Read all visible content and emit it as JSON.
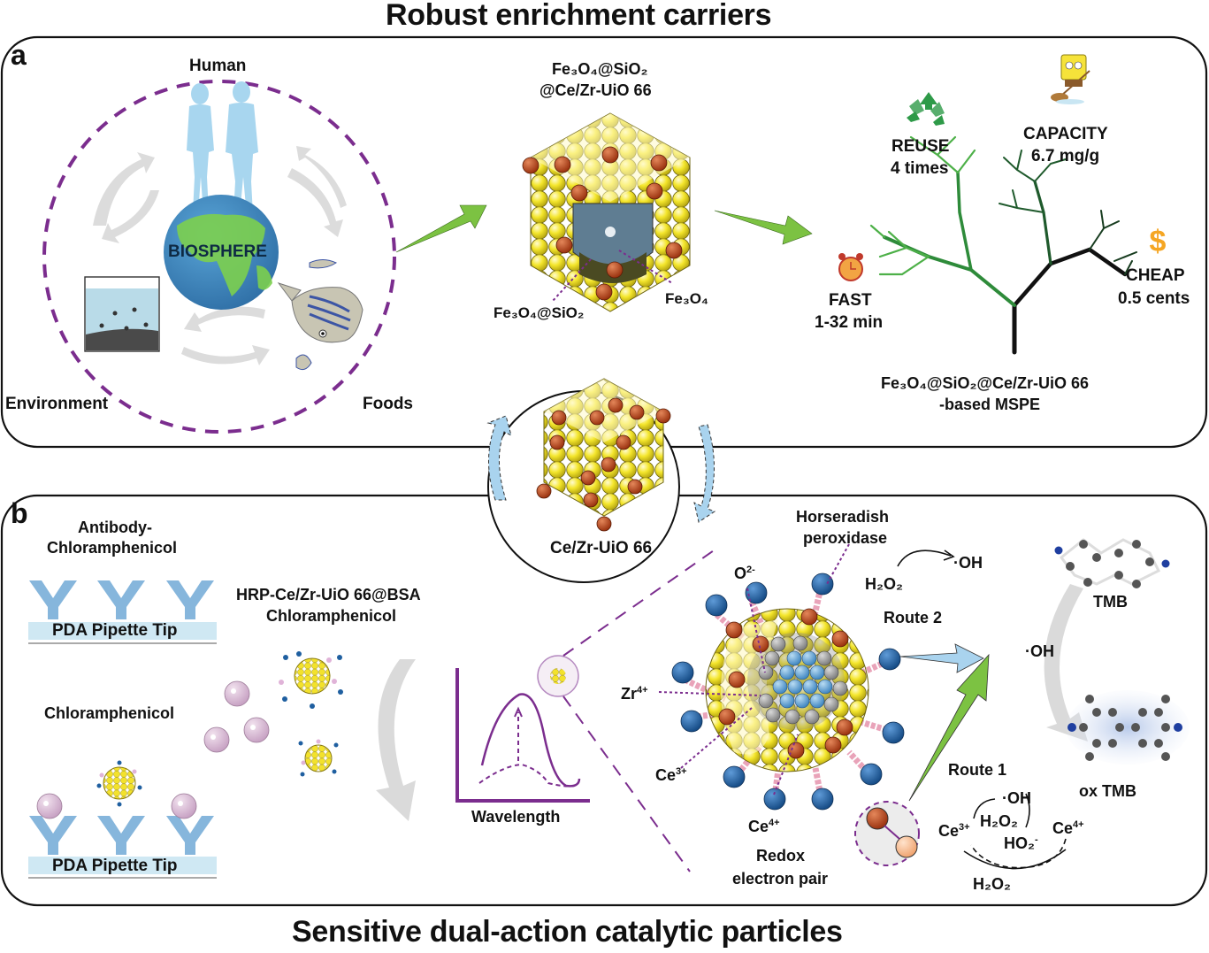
{
  "titles": {
    "top": "Robust enrichment carriers",
    "bottom": "Sensitive dual-action catalytic particles"
  },
  "panel_a": {
    "letter": "a",
    "cycle": {
      "human": "Human",
      "center": "BIOSPHERE",
      "environment": "Environment",
      "foods": "Foods"
    },
    "carrier": {
      "title_line1": "Fe₃O₄@SiO₂",
      "title_line2": "@Ce/Zr-UiO 66",
      "label_shell": "Fe₃O₄@SiO₂",
      "label_core": "Fe₃O₄"
    },
    "tree": {
      "reuse_title": "REUSE",
      "reuse_value": "4 times",
      "capacity_title": "CAPACITY",
      "capacity_value": "6.7 mg/g",
      "fast_title": "FAST",
      "fast_value": "1-32 min",
      "cheap_title": "CHEAP",
      "cheap_value": "0.5 cents",
      "caption_line1": "Fe₃O₄@SiO₂@Ce/Zr-UiO 66",
      "caption_line2": "-based MSPE",
      "icons": {
        "reuse": "recycle-icon",
        "capacity": "cartoon-sponge-icon",
        "fast": "alarm-clock-icon",
        "cheap": "dollar-icon"
      }
    }
  },
  "center": {
    "label": "Ce/Zr-UiO 66"
  },
  "panel_b": {
    "letter": "b",
    "antibody_label_1": "Antibody-",
    "antibody_label_2": "Chloramphenicol",
    "pipette_top": "PDA Pipette Tip",
    "pipette_bottom": "PDA Pipette Tip",
    "probe_label_1": "HRP-Ce/Zr-UiO 66@BSA",
    "probe_label_2": "Chloramphenicol",
    "analyte_label": "Chloramphenicol",
    "spectrum": {
      "xlabel": "Wavelength"
    },
    "particle": {
      "hrp_1": "Horseradish",
      "hrp_2": "peroxidase",
      "o2": "O",
      "o2_sup": "2-",
      "zr": "Zr",
      "zr_sup": "4+",
      "ce3": "Ce",
      "ce3_sup": "3+",
      "ce4": "Ce",
      "ce4_sup": "4+",
      "redox_1": "Redox",
      "redox_2": "electron pair"
    },
    "route2": {
      "label": "Route 2",
      "reactant": "H₂O₂",
      "product": "·OH"
    },
    "route1": {
      "label": "Route 1",
      "ce3": "Ce",
      "ce3_sup": "3+",
      "ce4": "Ce",
      "ce4_sup": "4+",
      "oh": "·OH",
      "h2o2_top": "H₂O₂",
      "ho2": "HO₂",
      "ho2_sup": "-",
      "h2o2_bottom": "H₂O₂"
    },
    "tmb": {
      "tmb": "TMB",
      "oxidant": "·OH",
      "ox_tmb": "ox TMB"
    }
  },
  "colors": {
    "purple": "#7b2d8e",
    "green_arrow": "#7cc242",
    "light_blue": "#a9d3ee",
    "yellow": "#f2e32a",
    "rust": "#b5441b",
    "navy": "#1f5fa0",
    "grey_arrow": "#d9d9d9"
  }
}
